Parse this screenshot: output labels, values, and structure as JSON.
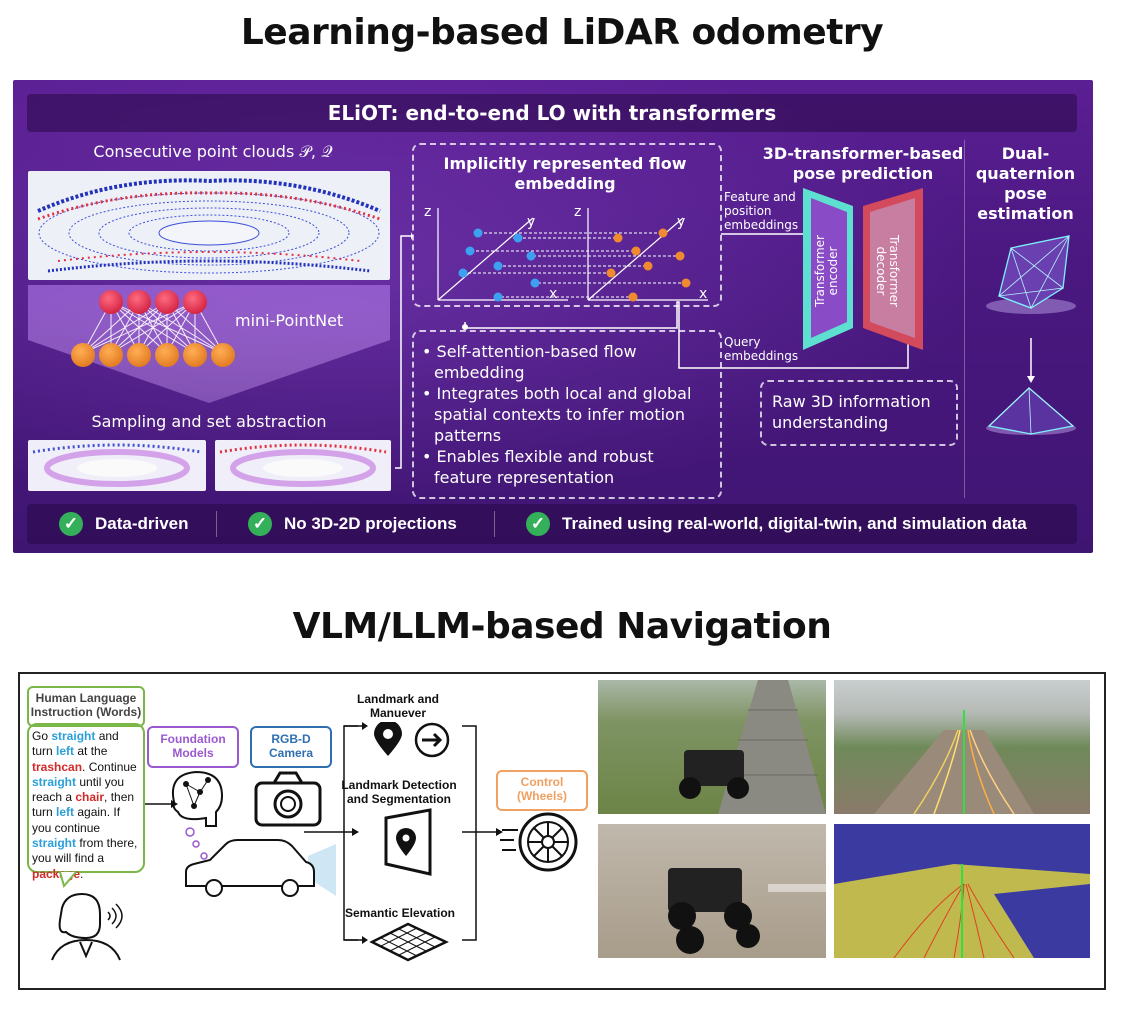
{
  "top_title": "Learning-based LiDAR odometry",
  "eliot": {
    "banner": "ELiOT: end-to-end LO with transformers",
    "point_clouds_label": "Consecutive point clouds 𝒫, 𝒬",
    "pointnet_label": "mini-PointNet",
    "sampling_label": "Sampling and set abstraction",
    "flow_title": "Implicitly represented flow embedding",
    "axes": {
      "z1": "z",
      "y1": "y",
      "x1": "x",
      "z2": "z",
      "y2": "y",
      "x2": "x"
    },
    "bullets": [
      "Self-attention-based flow embedding",
      "Integrates both local and global spatial contexts to infer motion patterns",
      "Enables flexible and robust feature representation"
    ],
    "feature_label": "Feature and position embeddings",
    "query_label": "Query embeddings",
    "pose_title": "3D-transformer-based pose prediction",
    "encoder_label": "Transformer encoder",
    "decoder_label": "Transformer decoder",
    "raw_label": "Raw 3D information understanding",
    "dq_title": "Dual-quaternion pose estimation",
    "footer": [
      "Data-driven",
      "No 3D-2D projections",
      "Trained using real-world, digital-twin, and simulation data"
    ],
    "check_glyph": "✓",
    "colors": {
      "accent_blue": "#3da0f0",
      "point_red": "#e8394f",
      "point_orange": "#f08a30",
      "check_green": "#34b05a",
      "encoder": "#5ee0d0",
      "decoder": "#d24a5c"
    }
  },
  "bottom_title": "VLM/LLM-based Navigation",
  "nav": {
    "human_box": "Human Language Instruction (Words)",
    "instruction": [
      {
        "t": "Go ",
        "c": ""
      },
      {
        "t": "straight",
        "c": "blue"
      },
      {
        "t": " and turn ",
        "c": ""
      },
      {
        "t": "left",
        "c": "blue"
      },
      {
        "t": " at the ",
        "c": ""
      },
      {
        "t": "trashcan",
        "c": "red"
      },
      {
        "t": ". Continue ",
        "c": ""
      },
      {
        "t": "straight",
        "c": "blue"
      },
      {
        "t": " until you reach a ",
        "c": ""
      },
      {
        "t": "chair",
        "c": "red"
      },
      {
        "t": ", then turn ",
        "c": ""
      },
      {
        "t": "left",
        "c": "blue"
      },
      {
        "t": " again. If you continue ",
        "c": ""
      },
      {
        "t": "straight",
        "c": "blue"
      },
      {
        "t": " from there, you will find a ",
        "c": ""
      },
      {
        "t": "package",
        "c": "red"
      },
      {
        "t": ".",
        "c": ""
      }
    ],
    "foundation_box": "Foundation Models",
    "camera_box": "RGB-D Camera",
    "landmark_manuever": "Landmark and Manuever",
    "landmark_detection": "Landmark Detection and Segmentation",
    "semantic_elevation": "Semantic Elevation",
    "control_box": "Control (Wheels)",
    "colors": {
      "human": "#7ab648",
      "foundation": "#9b59d0",
      "camera": "#2f6fb0",
      "control": "#f0a060",
      "blue_word": "#2a9fd8",
      "red_word": "#d32a2a"
    }
  }
}
